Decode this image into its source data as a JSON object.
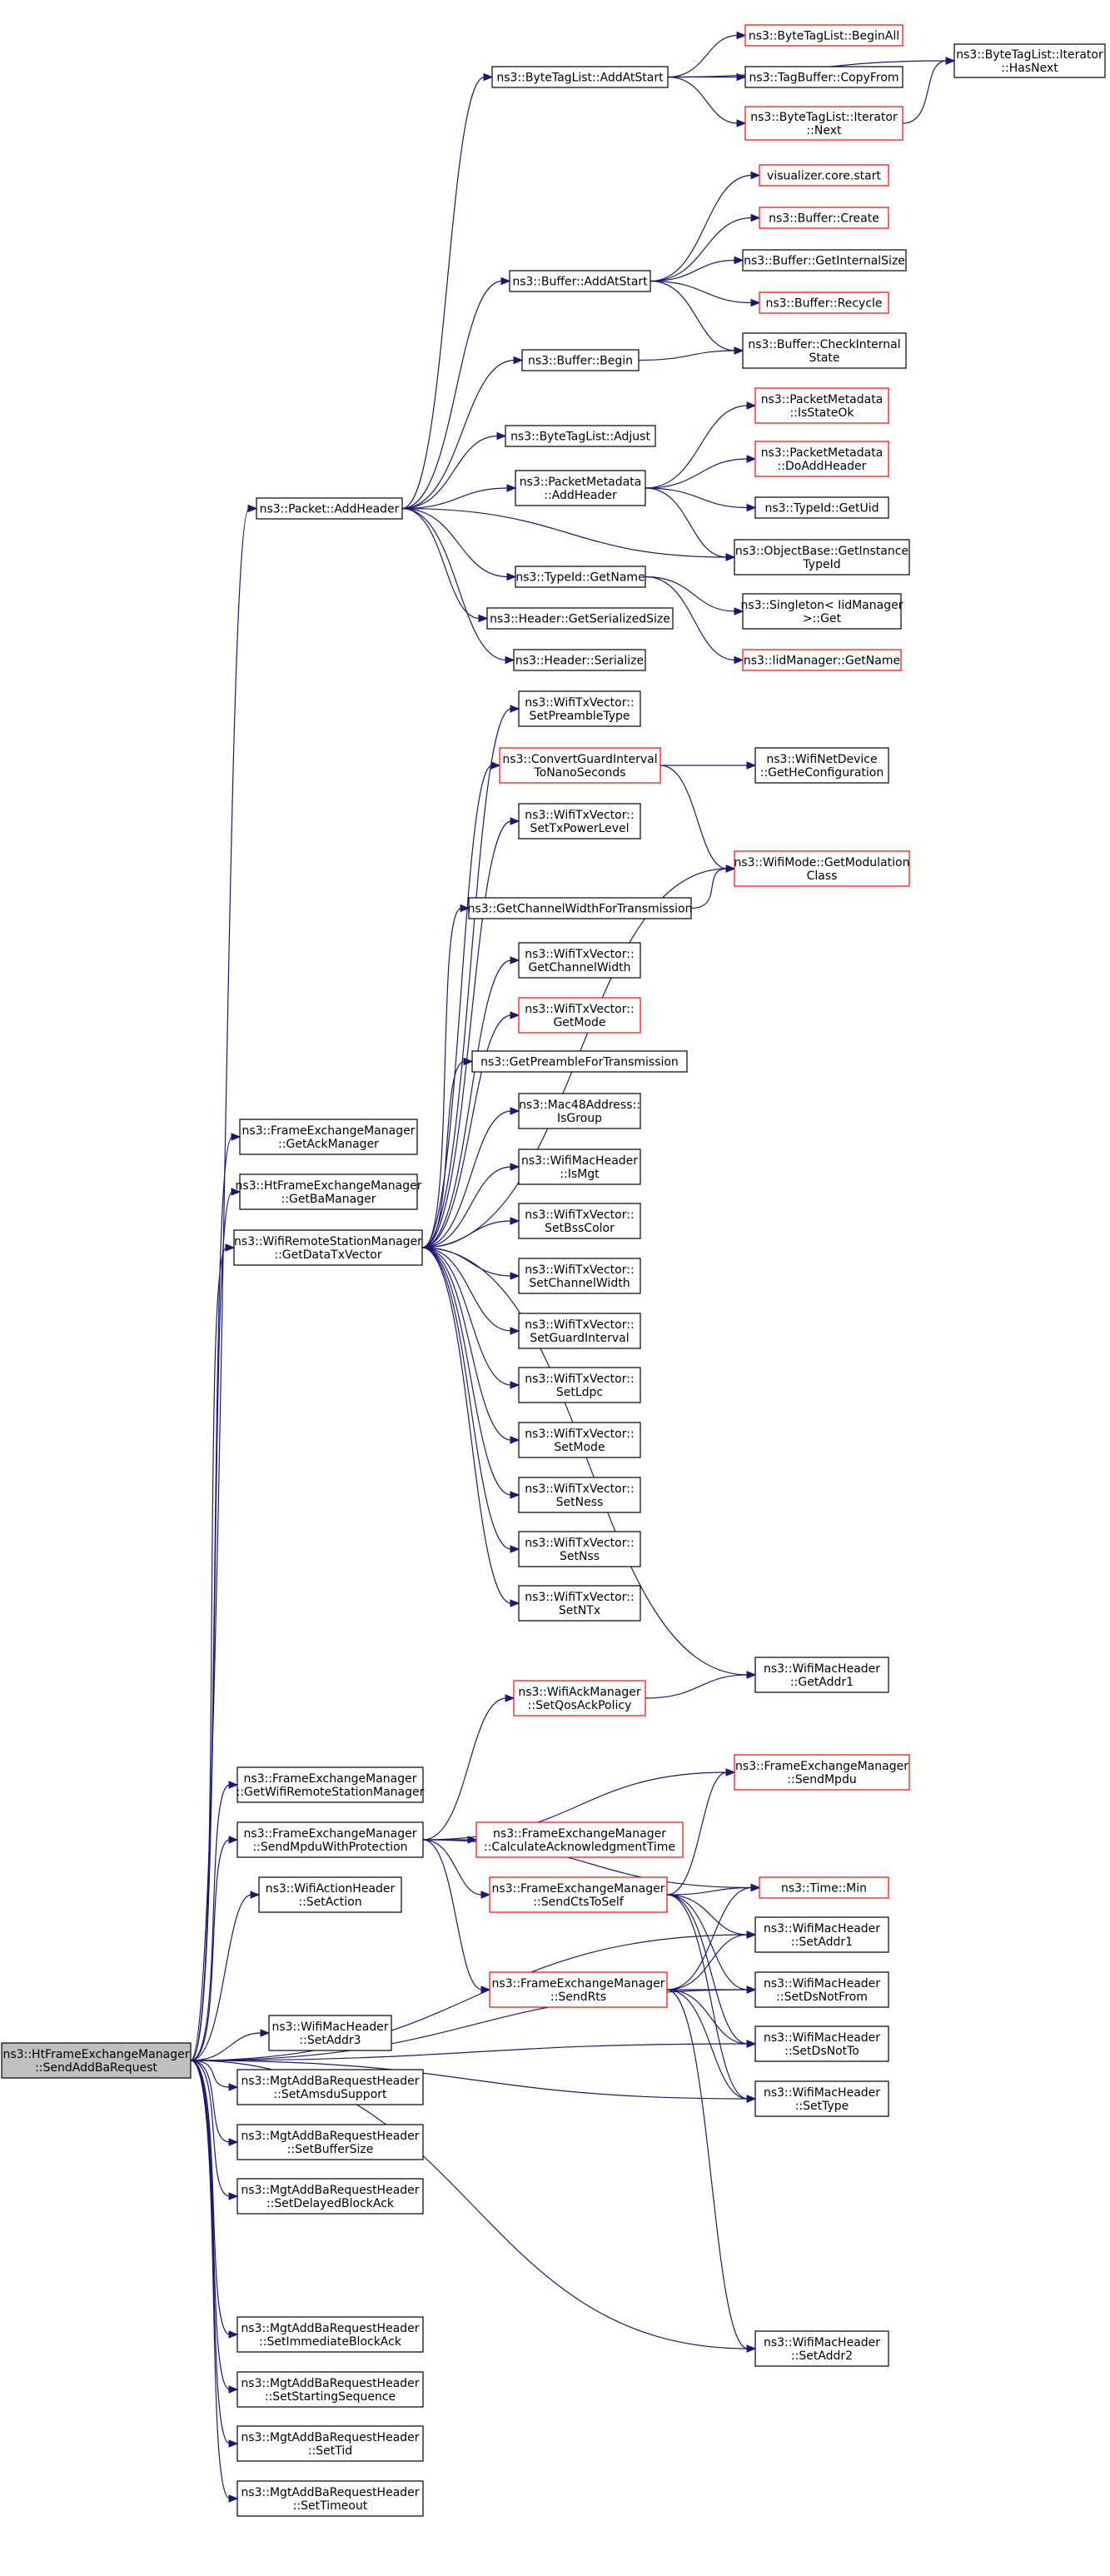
{
  "graph": {
    "type": "call-graph",
    "colors": {
      "edge": "#191970",
      "box_normal": "#000000",
      "box_truncated": "#ff0000",
      "box_root_fill": "#bfbfbf",
      "box_fill": "#ffffff"
    },
    "nodes": [
      {
        "id": "root",
        "lines": [
          "ns3::HtFrameExchangeManager",
          "::SendAddBaRequest"
        ],
        "style": "root"
      },
      {
        "id": "pkt_addheader",
        "lines": [
          "ns3::Packet::AddHeader"
        ],
        "style": "normal"
      },
      {
        "id": "btl_addatstart",
        "lines": [
          "ns3::ByteTagList::AddAtStart"
        ],
        "style": "normal"
      },
      {
        "id": "btl_beginall",
        "lines": [
          "ns3::ByteTagList::BeginAll"
        ],
        "style": "truncated"
      },
      {
        "id": "tagbuf_copyfrom",
        "lines": [
          "ns3::TagBuffer::CopyFrom"
        ],
        "style": "normal"
      },
      {
        "id": "btl_iter_next",
        "lines": [
          "ns3::ByteTagList::Iterator",
          "::Next"
        ],
        "style": "truncated"
      },
      {
        "id": "btl_iter_hasnext",
        "lines": [
          "ns3::ByteTagList::Iterator",
          "::HasNext"
        ],
        "style": "normal"
      },
      {
        "id": "vis_start",
        "lines": [
          "visualizer.core.start"
        ],
        "style": "truncated"
      },
      {
        "id": "buf_create",
        "lines": [
          "ns3::Buffer::Create"
        ],
        "style": "truncated"
      },
      {
        "id": "buf_addatstart",
        "lines": [
          "ns3::Buffer::AddAtStart"
        ],
        "style": "normal"
      },
      {
        "id": "buf_getinternalsize",
        "lines": [
          "ns3::Buffer::GetInternalSize"
        ],
        "style": "normal"
      },
      {
        "id": "buf_recycle",
        "lines": [
          "ns3::Buffer::Recycle"
        ],
        "style": "truncated"
      },
      {
        "id": "buf_begin",
        "lines": [
          "ns3::Buffer::Begin"
        ],
        "style": "normal"
      },
      {
        "id": "buf_checkinternalstate",
        "lines": [
          "ns3::Buffer::CheckInternal",
          "State"
        ],
        "style": "normal"
      },
      {
        "id": "btl_adjust",
        "lines": [
          "ns3::ByteTagList::Adjust"
        ],
        "style": "normal"
      },
      {
        "id": "pm_isstateok",
        "lines": [
          "ns3::PacketMetadata",
          "::IsStateOk"
        ],
        "style": "truncated"
      },
      {
        "id": "pm_addheader",
        "lines": [
          "ns3::PacketMetadata",
          "::AddHeader"
        ],
        "style": "normal"
      },
      {
        "id": "pm_doaddheader",
        "lines": [
          "ns3::PacketMetadata",
          "::DoAddHeader"
        ],
        "style": "truncated"
      },
      {
        "id": "typeid_getuid",
        "lines": [
          "ns3::TypeId::GetUid"
        ],
        "style": "normal"
      },
      {
        "id": "ob_getinstancetypeid",
        "lines": [
          "ns3::ObjectBase::GetInstance",
          "TypeId"
        ],
        "style": "normal"
      },
      {
        "id": "typeid_getname",
        "lines": [
          "ns3::TypeId::GetName"
        ],
        "style": "normal"
      },
      {
        "id": "singleton_get",
        "lines": [
          "ns3::Singleton< IidManager",
          " >::Get"
        ],
        "style": "normal"
      },
      {
        "id": "iid_getname",
        "lines": [
          "ns3::IidManager::GetName"
        ],
        "style": "truncated"
      },
      {
        "id": "hdr_getserializedsize",
        "lines": [
          "ns3::Header::GetSerializedSize"
        ],
        "style": "normal"
      },
      {
        "id": "hdr_serialize",
        "lines": [
          "ns3::Header::Serialize"
        ],
        "style": "normal"
      },
      {
        "id": "wtv_setpreambletype",
        "lines": [
          "ns3::WifiTxVector::",
          "SetPreambleType"
        ],
        "style": "normal"
      },
      {
        "id": "convertgi",
        "lines": [
          "ns3::ConvertGuardInterval",
          "ToNanoSeconds"
        ],
        "style": "truncated"
      },
      {
        "id": "wnd_gethecfg",
        "lines": [
          "ns3::WifiNetDevice",
          "::GetHeConfiguration"
        ],
        "style": "normal"
      },
      {
        "id": "wtv_settxpowerlevel",
        "lines": [
          "ns3::WifiTxVector::",
          "SetTxPowerLevel"
        ],
        "style": "normal"
      },
      {
        "id": "wm_getmodclass",
        "lines": [
          "ns3::WifiMode::GetModulation",
          "Class"
        ],
        "style": "truncated"
      },
      {
        "id": "getchwidthtx",
        "lines": [
          "ns3::GetChannelWidthForTransmission"
        ],
        "style": "normal"
      },
      {
        "id": "wtv_getchannelwidth",
        "lines": [
          "ns3::WifiTxVector::",
          "GetChannelWidth"
        ],
        "style": "normal"
      },
      {
        "id": "wtv_getmode",
        "lines": [
          "ns3::WifiTxVector::",
          "GetMode"
        ],
        "style": "truncated"
      },
      {
        "id": "getpreambletx",
        "lines": [
          "ns3::GetPreambleForTransmission"
        ],
        "style": "normal"
      },
      {
        "id": "mac48_isgroup",
        "lines": [
          "ns3::Mac48Address::",
          "IsGroup"
        ],
        "style": "normal"
      },
      {
        "id": "fem_getackmanager",
        "lines": [
          "ns3::FrameExchangeManager",
          "::GetAckManager"
        ],
        "style": "normal"
      },
      {
        "id": "wmh_ismgt",
        "lines": [
          "ns3::WifiMacHeader",
          "::IsMgt"
        ],
        "style": "normal"
      },
      {
        "id": "htfem_getbamanager",
        "lines": [
          "ns3::HtFrameExchangeManager",
          "::GetBaManager"
        ],
        "style": "normal"
      },
      {
        "id": "wtv_setbsscolor",
        "lines": [
          "ns3::WifiTxVector::",
          "SetBssColor"
        ],
        "style": "normal"
      },
      {
        "id": "wrsm_getdatatxvector",
        "lines": [
          "ns3::WifiRemoteStationManager",
          "::GetDataTxVector"
        ],
        "style": "normal"
      },
      {
        "id": "wtv_setchannelwidth",
        "lines": [
          "ns3::WifiTxVector::",
          "SetChannelWidth"
        ],
        "style": "normal"
      },
      {
        "id": "wtv_setguardinterval",
        "lines": [
          "ns3::WifiTxVector::",
          "SetGuardInterval"
        ],
        "style": "normal"
      },
      {
        "id": "wtv_setldpc",
        "lines": [
          "ns3::WifiTxVector::",
          "SetLdpc"
        ],
        "style": "normal"
      },
      {
        "id": "wtv_setmode",
        "lines": [
          "ns3::WifiTxVector::",
          "SetMode"
        ],
        "style": "normal"
      },
      {
        "id": "wtv_setness",
        "lines": [
          "ns3::WifiTxVector::",
          "SetNess"
        ],
        "style": "normal"
      },
      {
        "id": "wtv_setnss",
        "lines": [
          "ns3::WifiTxVector::",
          "SetNss"
        ],
        "style": "normal"
      },
      {
        "id": "wtv_setntx",
        "lines": [
          "ns3::WifiTxVector::",
          "SetNTx"
        ],
        "style": "normal"
      },
      {
        "id": "wmh_getaddr1",
        "lines": [
          "ns3::WifiMacHeader",
          "::GetAddr1"
        ],
        "style": "normal"
      },
      {
        "id": "wam_setqosackpolicy",
        "lines": [
          "ns3::WifiAckManager",
          "::SetQosAckPolicy"
        ],
        "style": "truncated"
      },
      {
        "id": "fem_getwrsm",
        "lines": [
          "ns3::FrameExchangeManager",
          "::GetWifiRemoteStationManager"
        ],
        "style": "normal"
      },
      {
        "id": "fem_sendmpdu",
        "lines": [
          "ns3::FrameExchangeManager",
          "::SendMpdu"
        ],
        "style": "truncated"
      },
      {
        "id": "fem_sendmpduwithprot",
        "lines": [
          "ns3::FrameExchangeManager",
          "::SendMpduWithProtection"
        ],
        "style": "normal"
      },
      {
        "id": "fem_calcackt",
        "lines": [
          "ns3::FrameExchangeManager",
          "::CalculateAcknowledgmentTime"
        ],
        "style": "truncated"
      },
      {
        "id": "wah_setaction",
        "lines": [
          "ns3::WifiActionHeader",
          "::SetAction"
        ],
        "style": "normal"
      },
      {
        "id": "fem_sendctstoself",
        "lines": [
          "ns3::FrameExchangeManager",
          "::SendCtsToSelf"
        ],
        "style": "truncated"
      },
      {
        "id": "time_min",
        "lines": [
          "ns3::Time::Min"
        ],
        "style": "truncated"
      },
      {
        "id": "wmh_setaddr1",
        "lines": [
          "ns3::WifiMacHeader",
          "::SetAddr1"
        ],
        "style": "normal"
      },
      {
        "id": "fem_sendrts",
        "lines": [
          "ns3::FrameExchangeManager",
          "::SendRts"
        ],
        "style": "truncated"
      },
      {
        "id": "wmh_setdsnotfrom",
        "lines": [
          "ns3::WifiMacHeader",
          "::SetDsNotFrom"
        ],
        "style": "normal"
      },
      {
        "id": "wmh_setaddr3",
        "lines": [
          "ns3::WifiMacHeader",
          "::SetAddr3"
        ],
        "style": "normal"
      },
      {
        "id": "wmh_setdsnotto",
        "lines": [
          "ns3::WifiMacHeader",
          "::SetDsNotTo"
        ],
        "style": "normal"
      },
      {
        "id": "mgt_setamsdusupport",
        "lines": [
          "ns3::MgtAddBaRequestHeader",
          "::SetAmsduSupport"
        ],
        "style": "normal"
      },
      {
        "id": "wmh_settype",
        "lines": [
          "ns3::WifiMacHeader",
          "::SetType"
        ],
        "style": "normal"
      },
      {
        "id": "mgt_setbuffersize",
        "lines": [
          "ns3::MgtAddBaRequestHeader",
          "::SetBufferSize"
        ],
        "style": "normal"
      },
      {
        "id": "mgt_setdelayedblockack",
        "lines": [
          "ns3::MgtAddBaRequestHeader",
          "::SetDelayedBlockAck"
        ],
        "style": "normal"
      },
      {
        "id": "mgt_setimmediateblockack",
        "lines": [
          "ns3::MgtAddBaRequestHeader",
          "::SetImmediateBlockAck"
        ],
        "style": "normal"
      },
      {
        "id": "wmh_setaddr2",
        "lines": [
          "ns3::WifiMacHeader",
          "::SetAddr2"
        ],
        "style": "normal"
      },
      {
        "id": "mgt_setstartingsequence",
        "lines": [
          "ns3::MgtAddBaRequestHeader",
          "::SetStartingSequence"
        ],
        "style": "normal"
      },
      {
        "id": "mgt_settid",
        "lines": [
          "ns3::MgtAddBaRequestHeader",
          "::SetTid"
        ],
        "style": "normal"
      },
      {
        "id": "mgt_settimeout",
        "lines": [
          "ns3::MgtAddBaRequestHeader",
          "::SetTimeout"
        ],
        "style": "normal"
      }
    ],
    "edges": [
      [
        "root",
        "pkt_addheader"
      ],
      [
        "root",
        "fem_getackmanager"
      ],
      [
        "root",
        "htfem_getbamanager"
      ],
      [
        "root",
        "wrsm_getdatatxvector"
      ],
      [
        "root",
        "fem_getwrsm"
      ],
      [
        "root",
        "fem_sendmpduwithprot"
      ],
      [
        "root",
        "wah_setaction"
      ],
      [
        "root",
        "wmh_setaddr1"
      ],
      [
        "root",
        "wmh_setdsnotfrom"
      ],
      [
        "root",
        "wmh_setaddr3"
      ],
      [
        "root",
        "wmh_setdsnotto"
      ],
      [
        "root",
        "mgt_setamsdusupport"
      ],
      [
        "root",
        "wmh_settype"
      ],
      [
        "root",
        "mgt_setbuffersize"
      ],
      [
        "root",
        "mgt_setdelayedblockack"
      ],
      [
        "root",
        "mgt_setimmediateblockack"
      ],
      [
        "root",
        "wmh_setaddr2"
      ],
      [
        "root",
        "mgt_setstartingsequence"
      ],
      [
        "root",
        "mgt_settid"
      ],
      [
        "root",
        "mgt_settimeout"
      ],
      [
        "pkt_addheader",
        "btl_addatstart"
      ],
      [
        "pkt_addheader",
        "buf_addatstart"
      ],
      [
        "pkt_addheader",
        "buf_begin"
      ],
      [
        "pkt_addheader",
        "btl_adjust"
      ],
      [
        "pkt_addheader",
        "pm_addheader"
      ],
      [
        "pkt_addheader",
        "ob_getinstancetypeid"
      ],
      [
        "pkt_addheader",
        "typeid_getname"
      ],
      [
        "pkt_addheader",
        "hdr_getserializedsize"
      ],
      [
        "pkt_addheader",
        "hdr_serialize"
      ],
      [
        "btl_addatstart",
        "btl_beginall"
      ],
      [
        "btl_addatstart",
        "tagbuf_copyfrom"
      ],
      [
        "btl_addatstart",
        "btl_iter_next"
      ],
      [
        "btl_addatstart",
        "btl_iter_hasnext"
      ],
      [
        "btl_iter_next",
        "btl_iter_hasnext"
      ],
      [
        "buf_addatstart",
        "vis_start"
      ],
      [
        "buf_addatstart",
        "buf_create"
      ],
      [
        "buf_addatstart",
        "buf_getinternalsize"
      ],
      [
        "buf_addatstart",
        "buf_recycle"
      ],
      [
        "buf_addatstart",
        "buf_checkinternalstate"
      ],
      [
        "buf_begin",
        "buf_checkinternalstate"
      ],
      [
        "pm_addheader",
        "pm_isstateok"
      ],
      [
        "pm_addheader",
        "pm_doaddheader"
      ],
      [
        "pm_addheader",
        "typeid_getuid"
      ],
      [
        "pm_addheader",
        "ob_getinstancetypeid"
      ],
      [
        "typeid_getname",
        "singleton_get"
      ],
      [
        "typeid_getname",
        "iid_getname"
      ],
      [
        "wrsm_getdatatxvector",
        "wtv_setpreambletype"
      ],
      [
        "wrsm_getdatatxvector",
        "convertgi"
      ],
      [
        "wrsm_getdatatxvector",
        "wtv_settxpowerlevel"
      ],
      [
        "wrsm_getdatatxvector",
        "wm_getmodclass"
      ],
      [
        "wrsm_getdatatxvector",
        "getchwidthtx"
      ],
      [
        "wrsm_getdatatxvector",
        "wtv_getchannelwidth"
      ],
      [
        "wrsm_getdatatxvector",
        "wtv_getmode"
      ],
      [
        "wrsm_getdatatxvector",
        "getpreambletx"
      ],
      [
        "wrsm_getdatatxvector",
        "mac48_isgroup"
      ],
      [
        "wrsm_getdatatxvector",
        "wmh_ismgt"
      ],
      [
        "wrsm_getdatatxvector",
        "wtv_setbsscolor"
      ],
      [
        "wrsm_getdatatxvector",
        "wtv_setchannelwidth"
      ],
      [
        "wrsm_getdatatxvector",
        "wtv_setguardinterval"
      ],
      [
        "wrsm_getdatatxvector",
        "wtv_setldpc"
      ],
      [
        "wrsm_getdatatxvector",
        "wtv_setmode"
      ],
      [
        "wrsm_getdatatxvector",
        "wtv_setness"
      ],
      [
        "wrsm_getdatatxvector",
        "wtv_setnss"
      ],
      [
        "wrsm_getdatatxvector",
        "wtv_setntx"
      ],
      [
        "wrsm_getdatatxvector",
        "wmh_getaddr1"
      ],
      [
        "convertgi",
        "wnd_gethecfg"
      ],
      [
        "convertgi",
        "wm_getmodclass"
      ],
      [
        "getchwidthtx",
        "wm_getmodclass"
      ],
      [
        "wam_setqosackpolicy",
        "wmh_getaddr1"
      ],
      [
        "fem_sendmpduwithprot",
        "wam_setqosackpolicy"
      ],
      [
        "fem_sendmpduwithprot",
        "fem_sendmpdu"
      ],
      [
        "fem_sendmpduwithprot",
        "fem_calcackt"
      ],
      [
        "fem_sendmpduwithprot",
        "fem_sendctstoself"
      ],
      [
        "fem_sendmpduwithprot",
        "time_min"
      ],
      [
        "fem_sendmpduwithprot",
        "fem_sendrts"
      ],
      [
        "fem_sendctstoself",
        "fem_sendmpdu"
      ],
      [
        "fem_sendctstoself",
        "time_min"
      ],
      [
        "fem_sendctstoself",
        "wmh_setaddr1"
      ],
      [
        "fem_sendctstoself",
        "wmh_setdsnotfrom"
      ],
      [
        "fem_sendctstoself",
        "wmh_setdsnotto"
      ],
      [
        "fem_sendctstoself",
        "wmh_settype"
      ],
      [
        "fem_sendrts",
        "time_min"
      ],
      [
        "fem_sendrts",
        "wmh_setaddr1"
      ],
      [
        "fem_sendrts",
        "wmh_setdsnotfrom"
      ],
      [
        "fem_sendrts",
        "wmh_setdsnotto"
      ],
      [
        "fem_sendrts",
        "wmh_settype"
      ],
      [
        "fem_sendrts",
        "wmh_setaddr2"
      ]
    ]
  }
}
